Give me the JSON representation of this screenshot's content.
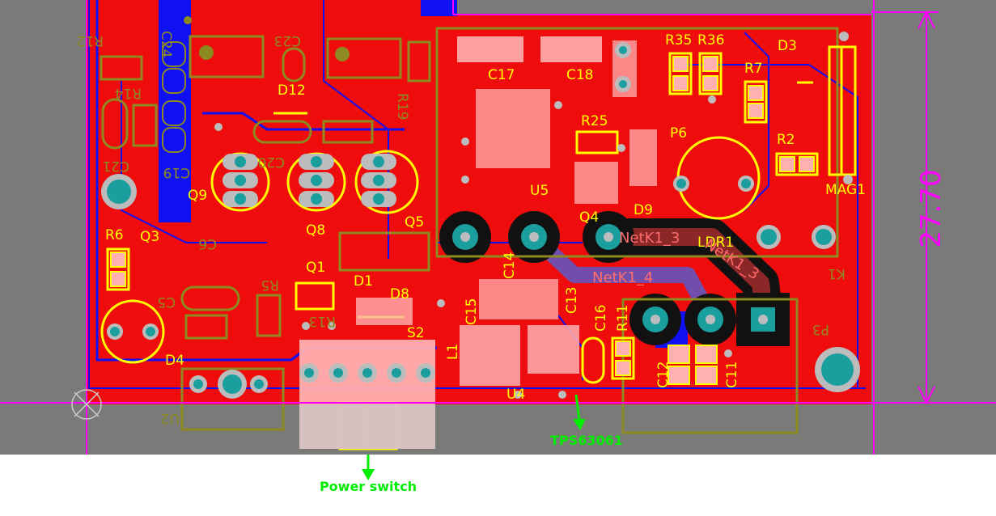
{
  "colors": {
    "background": "#7a7a78",
    "board": "#ef0c0c",
    "bottom_copper": "#1010f5",
    "silk_top": "#ffff00",
    "silk_bottom": "#8d8a21",
    "pad": "#1a9e9e",
    "highlight": "#ffb0b0",
    "board_outline": "#ff00ff",
    "callout": "#00ee00"
  },
  "designators_top": [
    "C17",
    "C18",
    "R35",
    "R36",
    "D3",
    "R7",
    "R25",
    "P6",
    "R2",
    "MAG1",
    "U5",
    "Q4",
    "D9",
    "D12",
    "Q9",
    "Q8",
    "Q5",
    "Q1",
    "D1",
    "D8",
    "S2",
    "L1",
    "C14",
    "C13",
    "C15",
    "C16",
    "R11",
    "C12",
    "C11",
    "U4",
    "R6",
    "Q3",
    "D4",
    "LDR1"
  ],
  "designators_bottom": [
    "C24",
    "R12",
    "C23",
    "R14",
    "R19",
    "C21",
    "C19",
    "C20",
    "C6",
    "R5",
    "C5",
    "R13",
    "P3",
    "K1",
    "U2"
  ],
  "nets": [
    "NetK1_3",
    "NetK1_4",
    "NetK1_3"
  ],
  "dimension": "27.70",
  "callouts": [
    {
      "label": "Power switch",
      "target": "S2"
    },
    {
      "label": "TPS63061",
      "target": "U4"
    }
  ]
}
